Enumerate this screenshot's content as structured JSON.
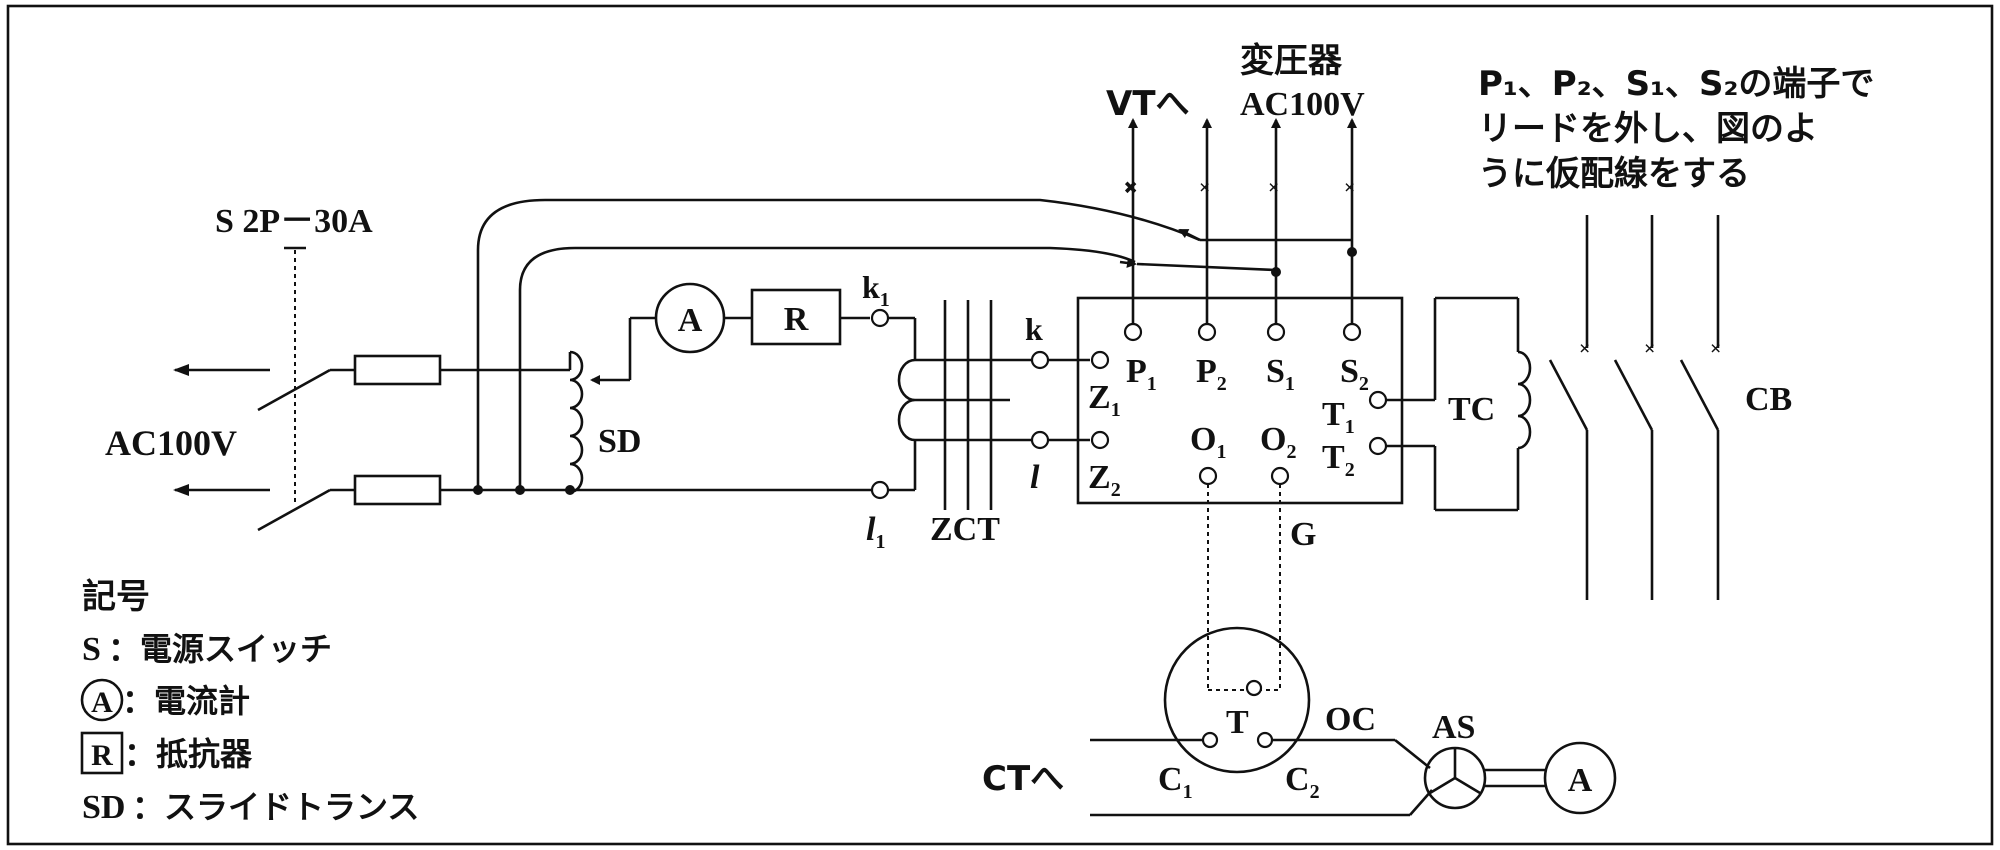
{
  "switch": {
    "label": "S 2P－30A"
  },
  "source": {
    "label": "AC100V"
  },
  "sd": {
    "label": "SD"
  },
  "ammeter": {
    "label": "A"
  },
  "resistor": {
    "label": "R"
  },
  "zct": {
    "label": "ZCT",
    "k1_main": "k",
    "k1_sub": "1",
    "l1_main": "l",
    "l1_sub": "1",
    "k_label": "k",
    "l_label": "l"
  },
  "relay": {
    "terminals": {
      "p1": {
        "main": "P",
        "sub": "1"
      },
      "p2": {
        "main": "P",
        "sub": "2"
      },
      "s1": {
        "main": "S",
        "sub": "1"
      },
      "s2": {
        "main": "S",
        "sub": "2"
      },
      "z1": {
        "main": "Z",
        "sub": "1"
      },
      "z2": {
        "main": "Z",
        "sub": "2"
      },
      "t1": {
        "main": "T",
        "sub": "1"
      },
      "t2": {
        "main": "T",
        "sub": "2"
      },
      "o1": {
        "main": "O",
        "sub": "1"
      },
      "o2": {
        "main": "O",
        "sub": "2"
      }
    },
    "g_label": "G"
  },
  "top": {
    "vt_label": "VTへ",
    "transformer_label_1": "変圧器",
    "transformer_label_2": "AC100V"
  },
  "note": {
    "line1": "P₁、P₂、S₁、S₂の端子で",
    "line2": "リードを外し、図のよ",
    "line3": "うに仮配線をする"
  },
  "tc": {
    "label": "TC"
  },
  "cb": {
    "label": "CB"
  },
  "timer": {
    "label": "T",
    "c1_main": "C",
    "c1_sub": "1",
    "c2_main": "C",
    "c2_sub": "2",
    "oc_label": "OC",
    "ct_label": "CTへ"
  },
  "as": {
    "label": "AS",
    "ammeter_label": "A"
  },
  "legend": {
    "title": "記号",
    "s_key": "S",
    "s_desc": "：電源スイッチ",
    "a_key": "A",
    "a_desc": "：電流計",
    "r_key": "R",
    "r_desc": "：抵抗器",
    "sd_key": "SD",
    "sd_desc": "：スライドトランス"
  }
}
